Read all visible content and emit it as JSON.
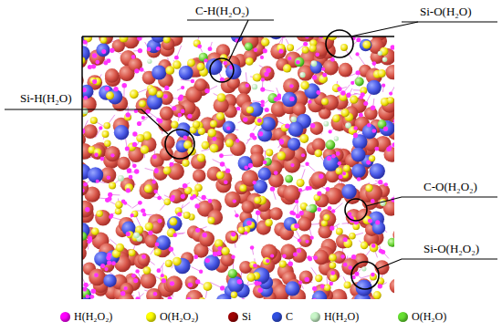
{
  "diagram": {
    "labels": [
      "C-H(H₂O₂)",
      "Si-O(H₂O)",
      "Si-H(H₂O)",
      "C-O(H₂O₂)",
      "Si-O(H₂O₂)"
    ],
    "legend": [
      {
        "text": "H(H₂O₂)",
        "color": "#ff00ff"
      },
      {
        "text": "O(H₂O₂)",
        "color": "#ffff00"
      },
      {
        "text": "Si",
        "color": "#a00000"
      },
      {
        "text": "C",
        "color": "#3050e0"
      },
      {
        "text": "H(H₂O)",
        "color": "#c8f5c8"
      },
      {
        "text": "O(H₂O)",
        "color": "#66e030"
      }
    ]
  }
}
